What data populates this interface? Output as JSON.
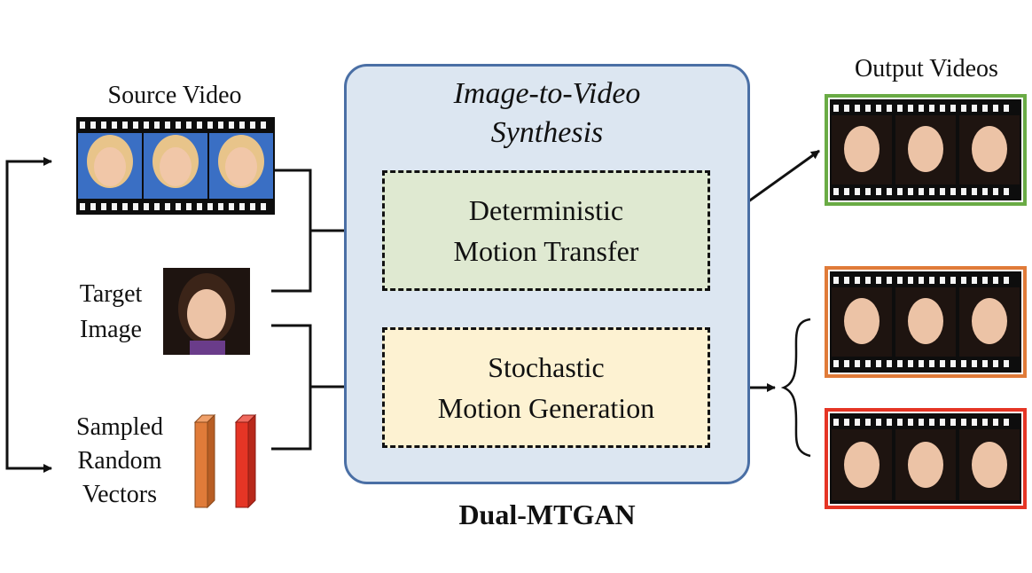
{
  "inputs": {
    "source_video_label": "Source Video",
    "target_image_label_line1": "Target",
    "target_image_label_line2": "Image",
    "random_vectors_line1": "Sampled",
    "random_vectors_line2": "Random",
    "random_vectors_line3": "Vectors"
  },
  "model": {
    "panel_title_line1": "Image-to-Video",
    "panel_title_line2": "Synthesis",
    "deterministic_line1": "Deterministic",
    "deterministic_line2": "Motion Transfer",
    "stochastic_line1": "Stochastic",
    "stochastic_line2": "Motion Generation",
    "name": "Dual-MTGAN"
  },
  "outputs": {
    "title": "Output Videos"
  },
  "colors": {
    "panel_fill": "#dce6f1",
    "panel_border": "#4a6fa5",
    "deterministic_fill": "#dfe9d1",
    "stochastic_fill": "#fdf2d2",
    "output_green": "#6aab45",
    "output_orange": "#e07b39",
    "output_red": "#e53525",
    "vector_orange": "#e07b39",
    "vector_red": "#e53525"
  }
}
